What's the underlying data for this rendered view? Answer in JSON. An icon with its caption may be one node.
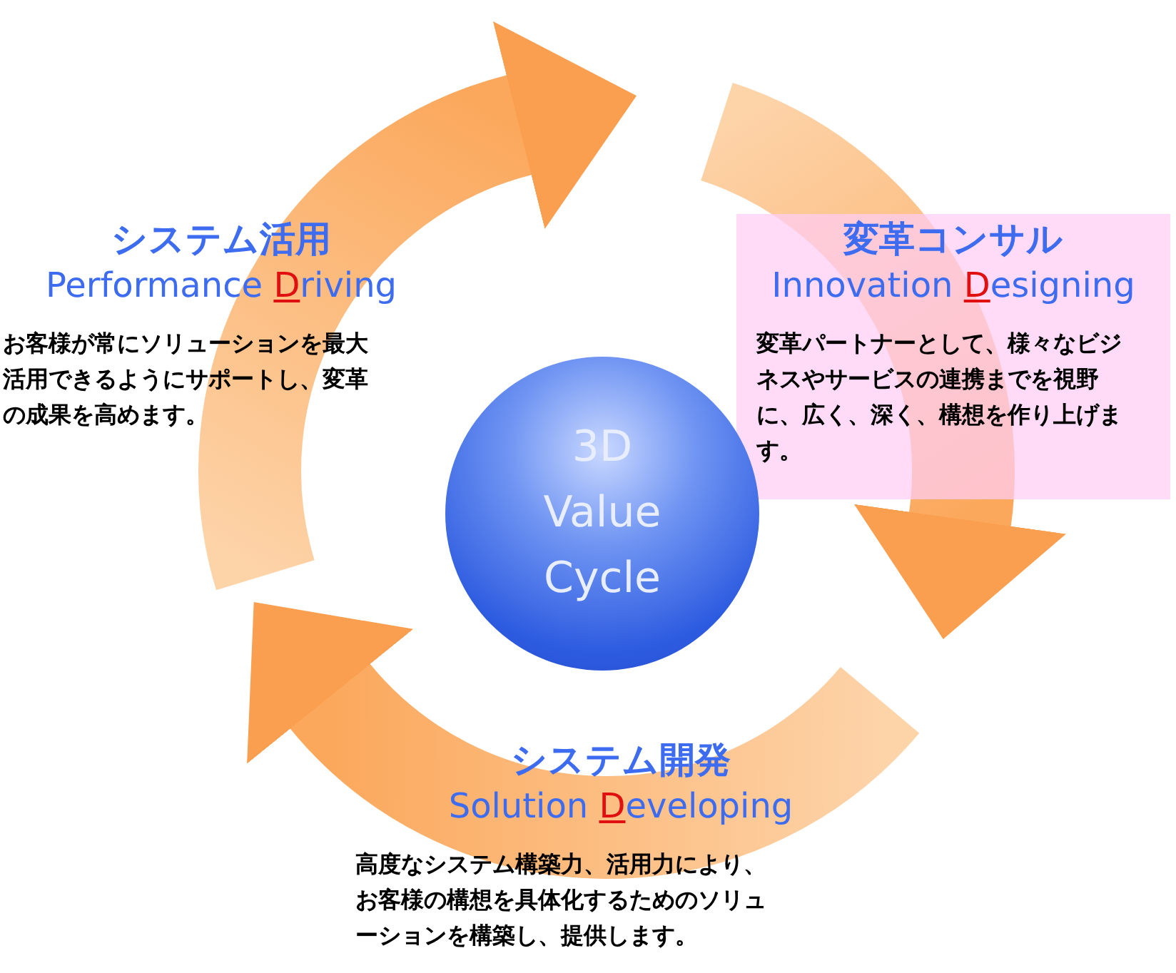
{
  "diagram": {
    "nodes": [
      {
        "text": [
          "システム活用",
          "Performance **D**riving",
          "お客様が常にソリューションを最大活用できるようにサポートし、変革の成果を高めます。"
        ]
      },
      {
        "text": [
          "変革コンサル",
          "Innovation **D**esigning",
          "変革パートナーとして、様々なビジネスやサービスの連携までを視野に、広く、深く、構想を作り上げます。"
        ]
      },
      {
        "text": [
          "システム開発",
          "Solution **D**eveloping",
          "高度なシステム構築力、活用力により、お客様の構想を具体化するためのソリューションを構築し、提供します。"
        ]
      },
      {
        "text": [
          "3D Value Cycle"
        ]
      }
    ]
  }
}
